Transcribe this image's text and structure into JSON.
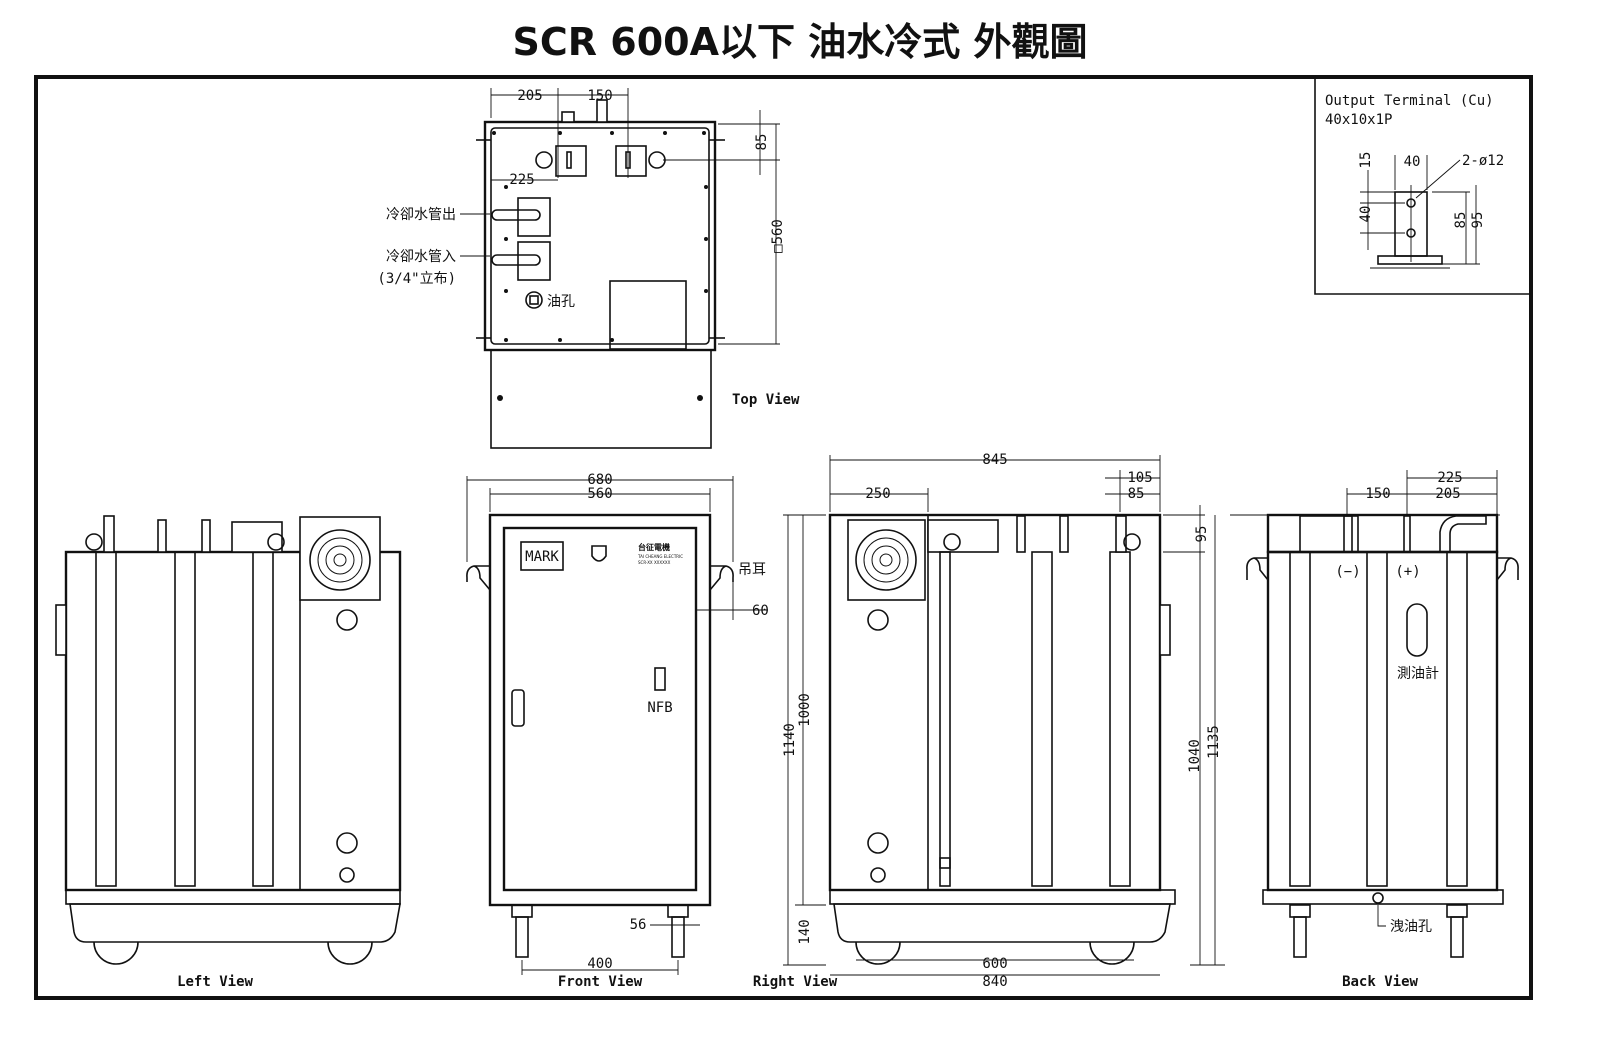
{
  "title": "SCR 600A以下 油水冷式 外觀圖",
  "top_view": {
    "label": "Top View",
    "dim_205": "205",
    "dim_150": "150",
    "dim_225": "225",
    "dim_85": "85",
    "dim_560": "□560",
    "cooling_out": "冷卻水管出",
    "cooling_in": "冷卻水管入",
    "cooling_in_size": "(3/4\"立布)",
    "oil_hole": "油孔"
  },
  "terminal_detail": {
    "title_line1": "Output Terminal (Cu)",
    "title_line2": "40x10x1P",
    "dim_15": "15",
    "dim_40w": "40",
    "dim_holes": "2-ø12",
    "dim_40h": "40",
    "dim_85": "85",
    "dim_95": "95"
  },
  "left_view": {
    "label": "Left View"
  },
  "front_view": {
    "label": "Front View",
    "dim_680": "680",
    "dim_560": "560",
    "lifting_ear": "吊耳",
    "dim_60": "60",
    "mark": "MARK",
    "nfb": "NFB",
    "dim_56": "56",
    "dim_400": "400",
    "brand_line1": "台征電機",
    "brand_line2": "TAI CHEANG ELECTRIC",
    "brand_line3": "SCR-XX XXXXXX"
  },
  "right_view": {
    "label": "Right View",
    "dim_845": "845",
    "dim_250": "250",
    "dim_105": "105",
    "dim_85": "85",
    "dim_95": "95",
    "dim_1140": "1140",
    "dim_1000": "1000",
    "dim_140": "140",
    "dim_600": "600",
    "dim_840": "840"
  },
  "back_view": {
    "label": "Back View",
    "dim_225": "225",
    "dim_150": "150",
    "dim_205": "205",
    "negative": "(−)",
    "positive": "(+)",
    "oil_gauge": "測油計",
    "drain_hole": "洩油孔",
    "dim_1040": "1040",
    "dim_1135": "1135"
  }
}
